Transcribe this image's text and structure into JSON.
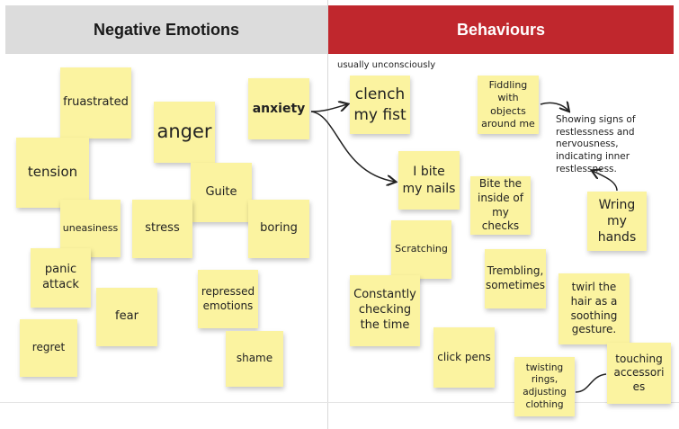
{
  "headers": {
    "negative": "Negative Emotions",
    "behaviours": "Behaviours"
  },
  "colors": {
    "sticky_note": "#fbf3a0",
    "behaviours_header": "#c0272d",
    "negative_header": "#dcdcdc"
  },
  "annotations": {
    "unconscious": "usually unconsciously",
    "signs": "Showing signs of\nrestlessness and\nnervousness,\nindicating inner\nrestlessness."
  },
  "negative_notes": {
    "fruastrated": "fruastrated",
    "anger": "anger",
    "anxiety": "anxiety",
    "tension": "tension",
    "guite": "Guite",
    "uneasiness": "uneasiness",
    "stress": "stress",
    "boring": "boring",
    "panic": "panic\nattack",
    "fear": "fear",
    "repressed": "repressed\nemotions",
    "regret": "regret",
    "shame": "shame"
  },
  "behaviour_notes": {
    "clench": "clench\nmy fist",
    "fiddling": "Fiddling\nwith\nobjects\naround me",
    "bite_nails": "I bite\nmy nails",
    "bite_inside": "Bite the\ninside of\nmy checks",
    "wring": "Wring\nmy\nhands",
    "scratching": "Scratching",
    "trembling": "Trembling,\nsometimes",
    "checking": "Constantly\nchecking\nthe time",
    "twirl": "twirl the\nhair as a\nsoothing\ngesture.",
    "click_pens": "click pens",
    "twisting": "twisting\nrings,\nadjusting\nclothing",
    "touching": "touching\naccessori\nes"
  }
}
